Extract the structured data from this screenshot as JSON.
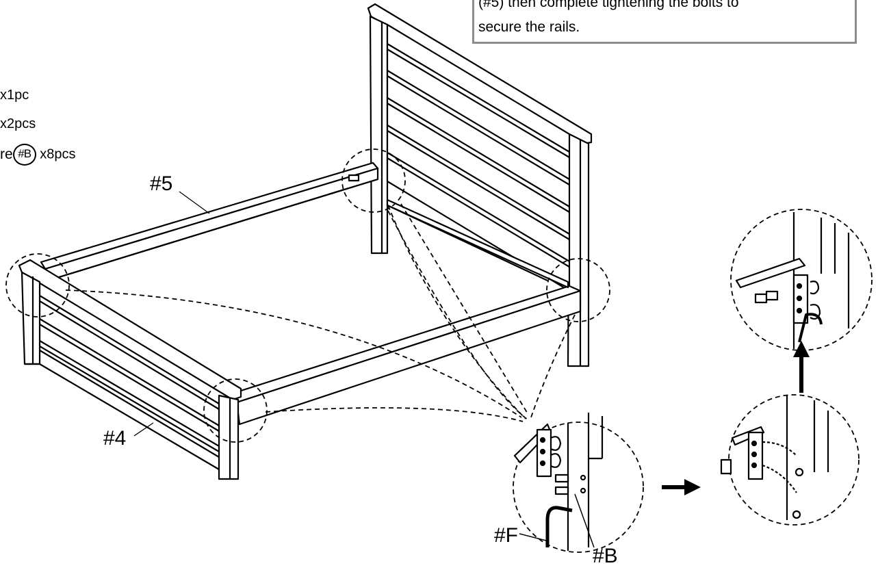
{
  "instruction": {
    "line1": "(#5) then complete tightening the bolts to",
    "line2": "secure the rails."
  },
  "parts_list": [
    {
      "prefix": "",
      "badge": "",
      "qty": "x1pc"
    },
    {
      "prefix": "",
      "badge": "",
      "qty": "x2pcs"
    },
    {
      "prefix": "re",
      "badge": "#B",
      "qty": "x8pcs"
    }
  ],
  "labels": {
    "side_rail": "#5",
    "footboard": "#4",
    "allen_key": "#F",
    "bolt": "#B"
  },
  "icons": {
    "arrow_right": "arrow-right-icon",
    "arrow_up": "arrow-up-icon"
  },
  "colors": {
    "line": "#000000",
    "box_border": "#8c8c8c"
  }
}
